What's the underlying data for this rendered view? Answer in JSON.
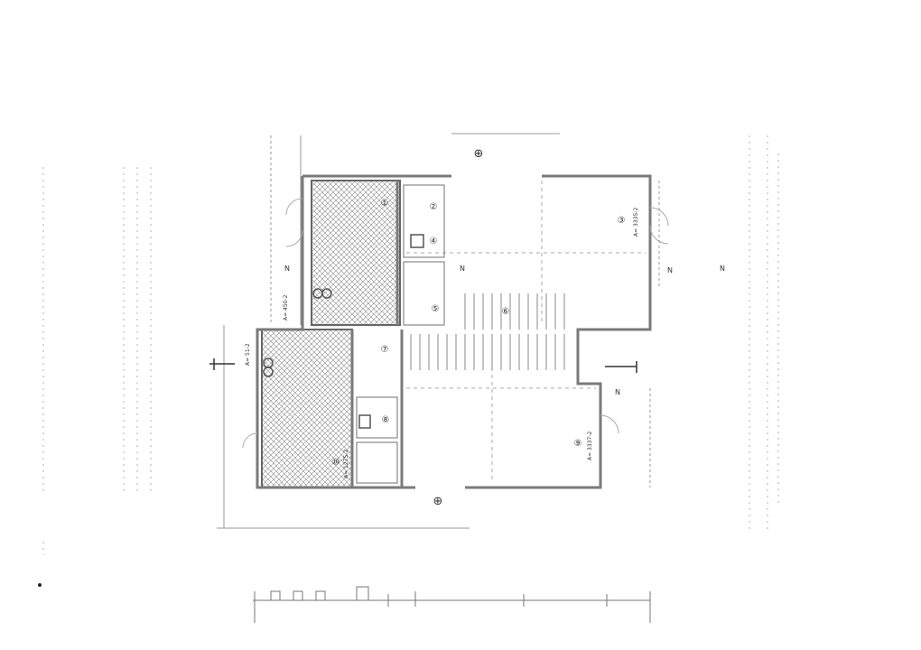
{
  "labels": {
    "top_circle": "⊕",
    "bottom_circle": "⊕",
    "n_left": "N",
    "n_mid": "N",
    "n_right_upper": "N",
    "n_right_lower": "N",
    "n_far_right": "N",
    "area_a1": "A= 450-2",
    "area_a2": "A= 51-2",
    "area_a3": "A= 3335-2",
    "area_a4": "A= 3337-2",
    "area_a5": "A= 1275-2",
    "room_1": "①",
    "room_2": "②",
    "room_3": "③",
    "room_4": "④",
    "room_5": "⑤",
    "room_6": "⑥",
    "room_7": "⑦",
    "room_8": "⑧",
    "room_9": "⑨",
    "room_10": "⑩"
  },
  "colors": {
    "ink": "#444444",
    "light_ink": "#9a9a9a",
    "hatch": "#777777",
    "wall": "#8a8a8a"
  }
}
